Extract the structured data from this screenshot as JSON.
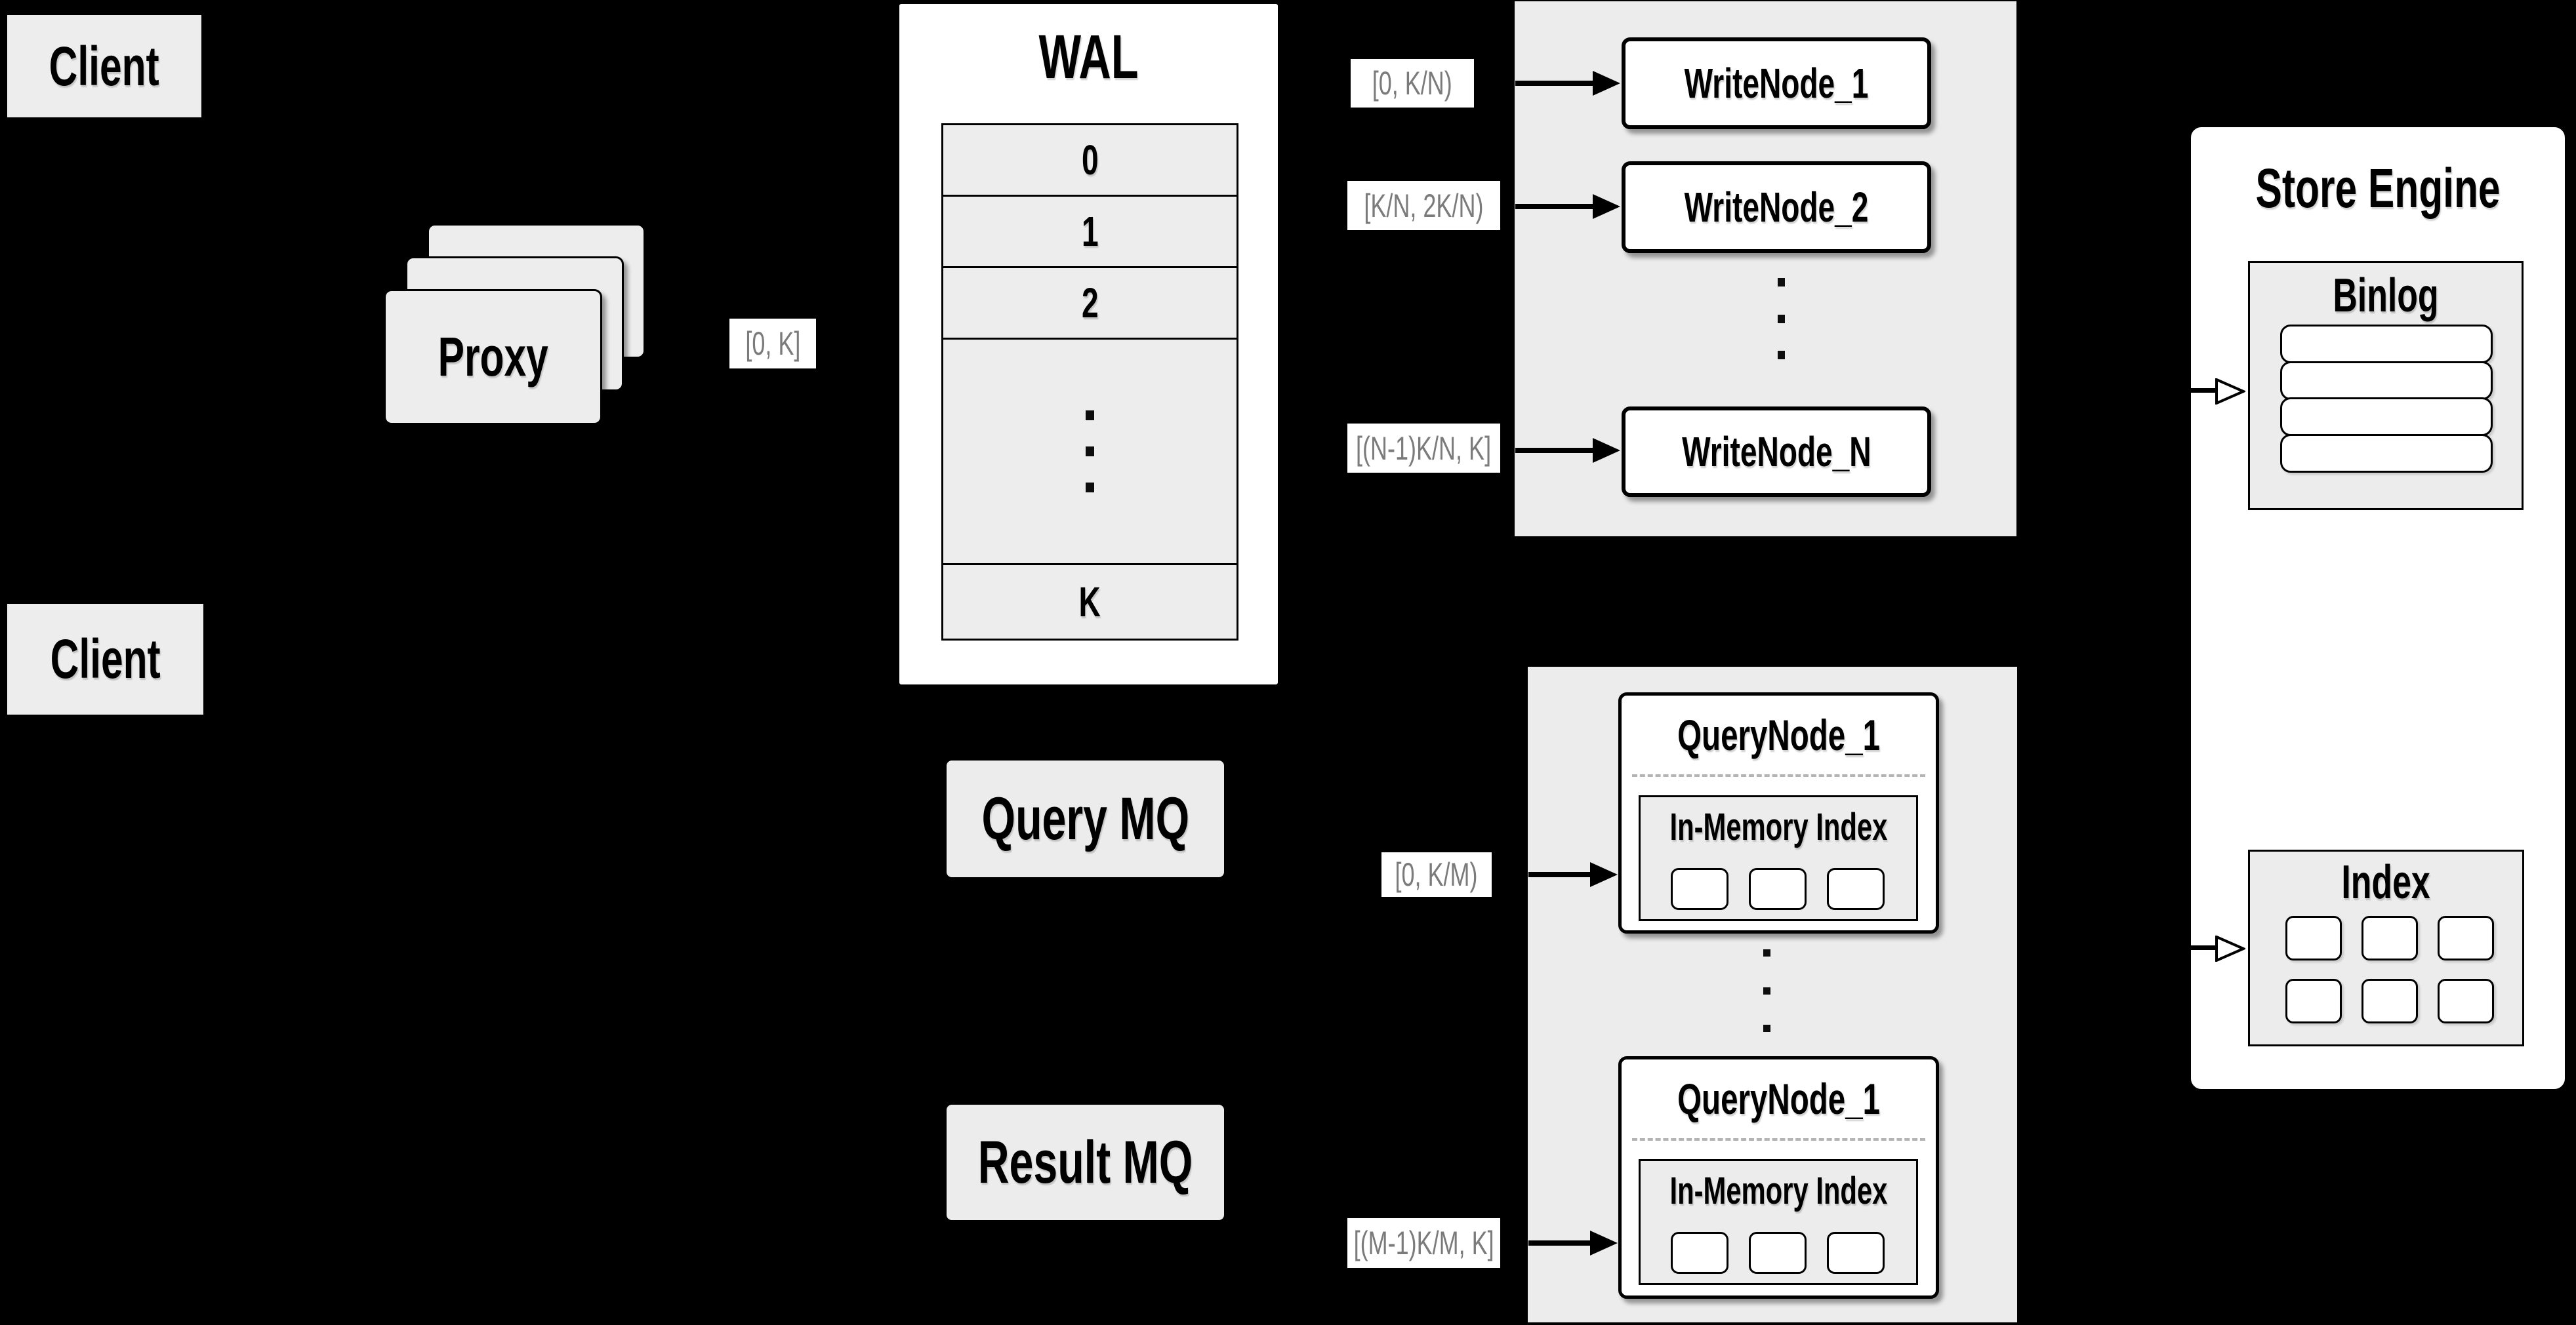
{
  "colors": {
    "background": "#000000",
    "panel_fill": "#ececec",
    "box_fill": "#ededed",
    "node_fill": "#ffffff",
    "line": "#000000",
    "muted_label_text": "#7b7b7b",
    "dashed_divider": "#b4b4b4"
  },
  "clients": [
    {
      "label": "Client"
    },
    {
      "label": "Client"
    }
  ],
  "proxy": {
    "label": "Proxy"
  },
  "wal": {
    "title": "WAL",
    "segments": [
      "0",
      "1",
      "2"
    ],
    "last_segment": "K"
  },
  "flow_labels": {
    "proxy_to_wal": "[0, K]",
    "wal_to_writenode_1": "[0, K/N)",
    "wal_to_writenode_2": "[K/N, 2K/N)",
    "wal_to_writenode_n": "[(N-1)K/N, K]",
    "query_mq_to_querynode": "[0, K/M)",
    "result_mq_to_querynode": "[(M-1)K/M, K]"
  },
  "write_nodes": {
    "nodes": [
      "WriteNode_1",
      "WriteNode_2",
      "WriteNode_N"
    ]
  },
  "message_queues": {
    "query": "Query MQ",
    "result": "Result MQ"
  },
  "query_nodes": {
    "nodes": [
      {
        "title": "QueryNode_1",
        "memory_index": "In-Memory Index",
        "cells": 3
      },
      {
        "title": "QueryNode_1",
        "memory_index": "In-Memory Index",
        "cells": 3
      }
    ]
  },
  "store_engine": {
    "title": "Store Engine",
    "binlog": {
      "title": "Binlog",
      "rows": 4
    },
    "index": {
      "title": "Index",
      "cells": 6
    }
  }
}
